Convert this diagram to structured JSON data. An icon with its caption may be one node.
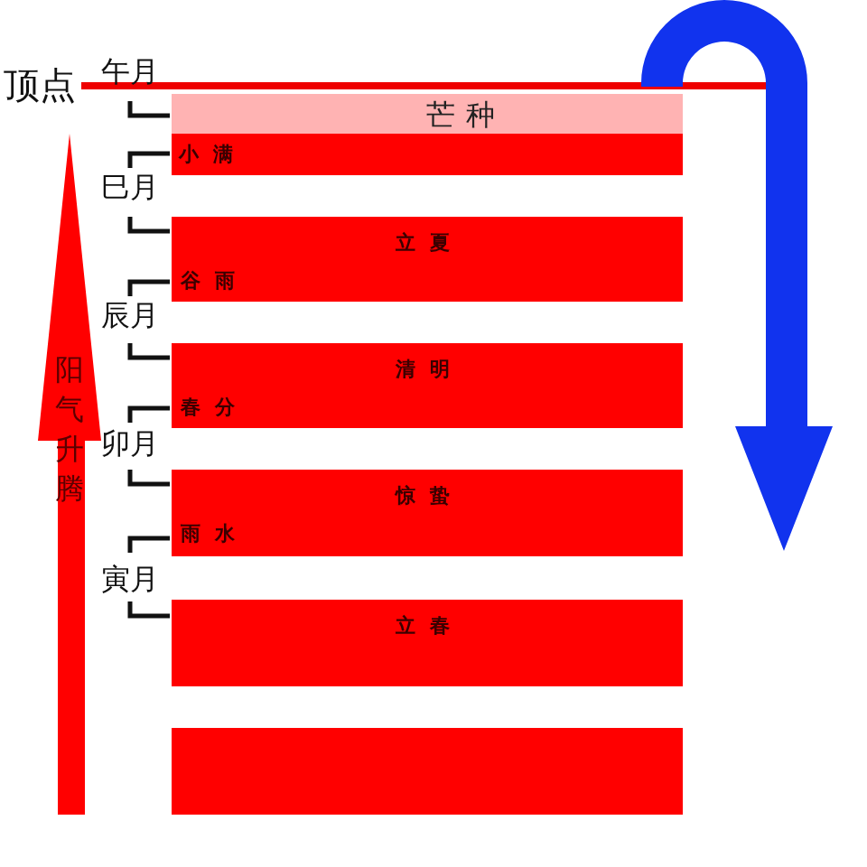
{
  "diagram": {
    "nodes": [
      {
        "text": [
          "芒种"
        ]
      },
      {
        "text": [
          "小满"
        ]
      },
      {
        "text": [
          "立夏",
          "谷雨"
        ]
      },
      {
        "text": [
          "清明",
          "春分"
        ]
      },
      {
        "text": [
          "惊蛰",
          "雨水"
        ]
      },
      {
        "text": [
          "立春"
        ]
      },
      {
        "text": [],
        "shape": "bar"
      },
      {
        "text": [
          "阳气升腾"
        ]
      }
    ],
    "labels": [
      "顶点",
      "午月",
      "巳月",
      "辰月",
      "卯月",
      "寅月"
    ]
  }
}
